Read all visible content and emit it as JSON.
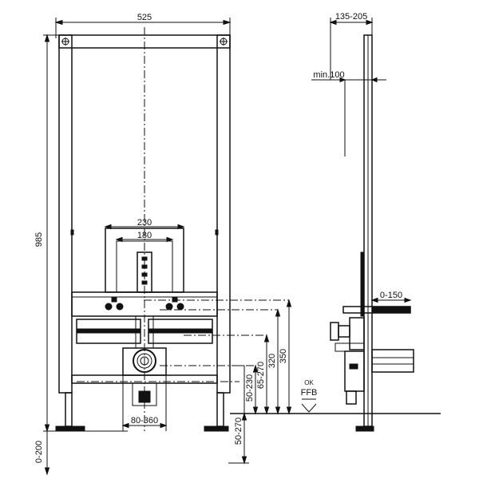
{
  "drawing": {
    "front_view": {
      "width_label": "525",
      "height_label": "985",
      "floor_adjust_label": "0-200",
      "outer_span_label": "230",
      "inner_span_label": "180",
      "drain_span_label": "80-360",
      "feet_label": "50-270",
      "pipe_height_label": "50-230",
      "pipe_range_label": "65-270",
      "inlet_height_label": "320",
      "top_inlet_label": "350"
    },
    "side_view": {
      "depth_label": "135-205",
      "min_label": "min.100",
      "wall_label": "0-150",
      "floor_ok_label": "OK",
      "floor_ffb_label": "FFB"
    }
  }
}
